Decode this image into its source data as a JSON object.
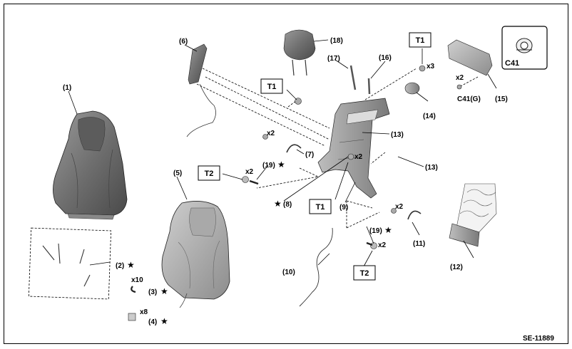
{
  "figure_code": "SE-11889",
  "inset": {
    "label": "C41"
  },
  "callouts": {
    "p1": "(1)",
    "p2": "(2)",
    "p3": "(3)",
    "p4": "(4)",
    "p5": "(5)",
    "p6": "(6)",
    "p7": "(7)",
    "p8": "(8)",
    "p9": "(9)",
    "p10": "(10)",
    "p11": "(11)",
    "p12": "(12)",
    "p13a": "(13)",
    "p13b": "(13)",
    "p14": "(14)",
    "p15": "(15)",
    "p16": "(16)",
    "p17": "(17)",
    "p18": "(18)",
    "p19a": "(19)",
    "p19b": "(19)"
  },
  "star": "★",
  "torque_boxes": {
    "t1_top": "T1",
    "t1_mid": "T1",
    "t1_bottom": "T1",
    "t2_left": "T2",
    "t2_right": "T2"
  },
  "quantities": {
    "x3": "x3",
    "x2_c41": "x2",
    "x2_bolt_left": "x2",
    "x2_bolt_t2": "x2",
    "x2_nut": "x2",
    "x2_bolt_right": "x2",
    "x2_t2_right": "x2",
    "x10": "x10",
    "x8": "x8"
  },
  "clip_code": "C41(G)"
}
